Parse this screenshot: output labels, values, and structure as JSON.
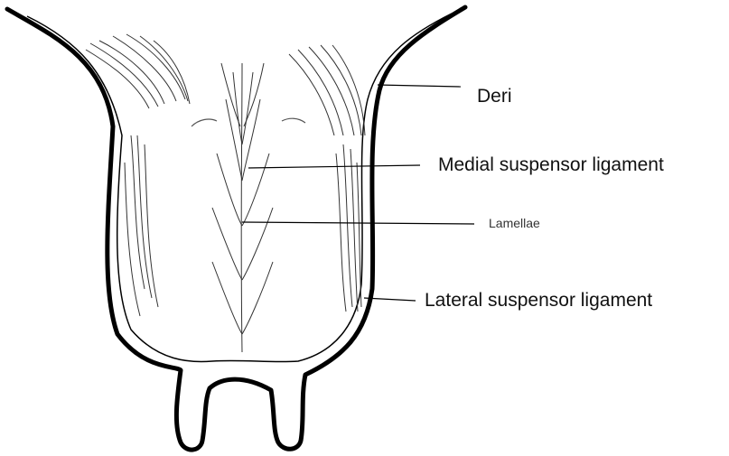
{
  "diagram": {
    "labels": {
      "deri": "Deri",
      "medial": "Medial suspensor ligament",
      "lamellae": "Lamellae",
      "lateral": "Lateral suspensor ligament"
    }
  }
}
